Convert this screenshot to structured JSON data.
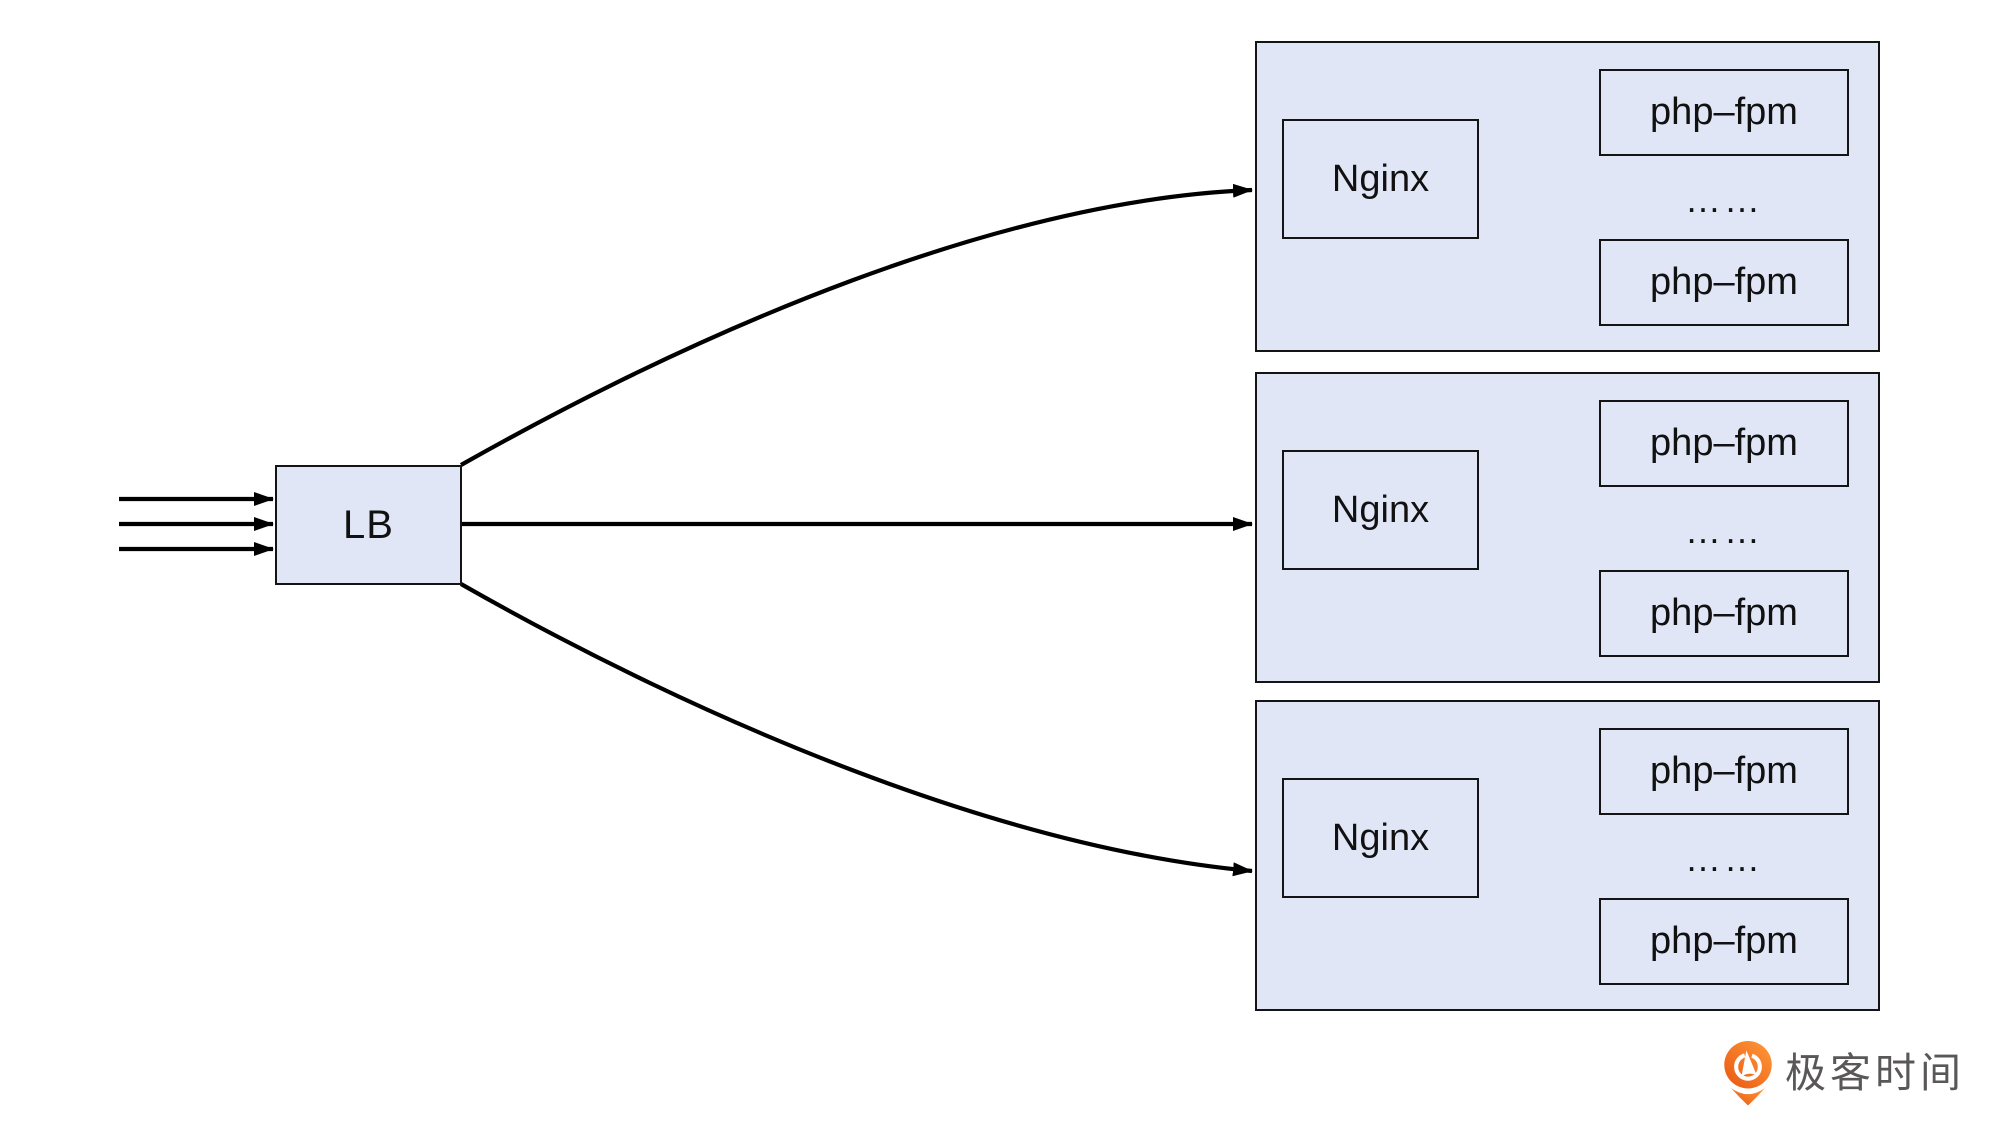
{
  "diagram": {
    "lb_label": "LB",
    "groups": [
      {
        "nginx_label": "Nginx",
        "php_fpm_top": "php–fpm",
        "ellipsis": "……",
        "php_fpm_bottom": "php–fpm"
      },
      {
        "nginx_label": "Nginx",
        "php_fpm_top": "php–fpm",
        "ellipsis": "……",
        "php_fpm_bottom": "php–fpm"
      },
      {
        "nginx_label": "Nginx",
        "php_fpm_top": "php–fpm",
        "ellipsis": "……",
        "php_fpm_bottom": "php–fpm"
      }
    ],
    "colors": {
      "box_fill": "#e1e6f7",
      "box_border": "#141414",
      "arrow": "#000000"
    }
  },
  "branding": {
    "logo_text": "极客时间",
    "logo_icon": "geektime-logo-icon",
    "logo_orange_light": "#ff9a3c",
    "logo_orange_dark": "#e9570f",
    "logo_text_color": "#595757"
  }
}
